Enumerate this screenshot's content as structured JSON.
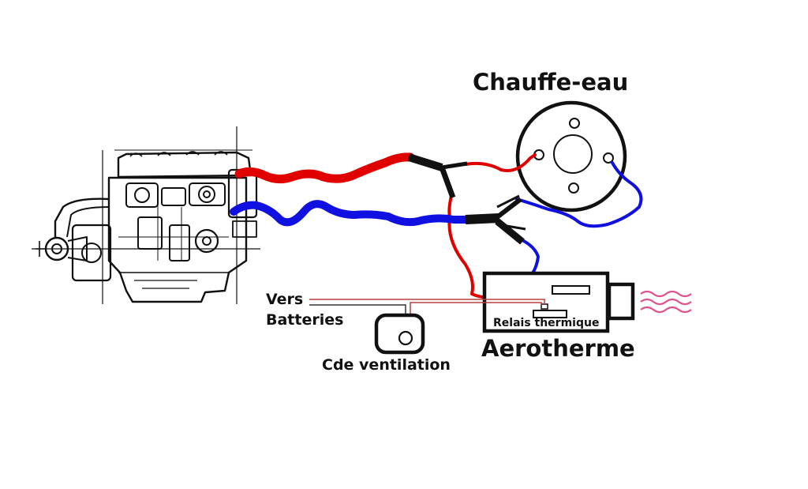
{
  "labels": {
    "water_heater": "Chauffe-eau",
    "heater_unit": "Aerotherme",
    "thermal_relay": "Relais thermique",
    "to_batteries_line1": "Vers",
    "to_batteries_line2": "Batteries",
    "fan_control": "Cde ventilation"
  },
  "colors": {
    "hot_hose": "#e00000",
    "cold_hose": "#1010e0",
    "wire": "#b84040",
    "heat_waves": "#e0508a",
    "outline": "#111111"
  },
  "icons": [
    "engine-icon",
    "heat-waves-icon",
    "fan-switch-icon"
  ]
}
